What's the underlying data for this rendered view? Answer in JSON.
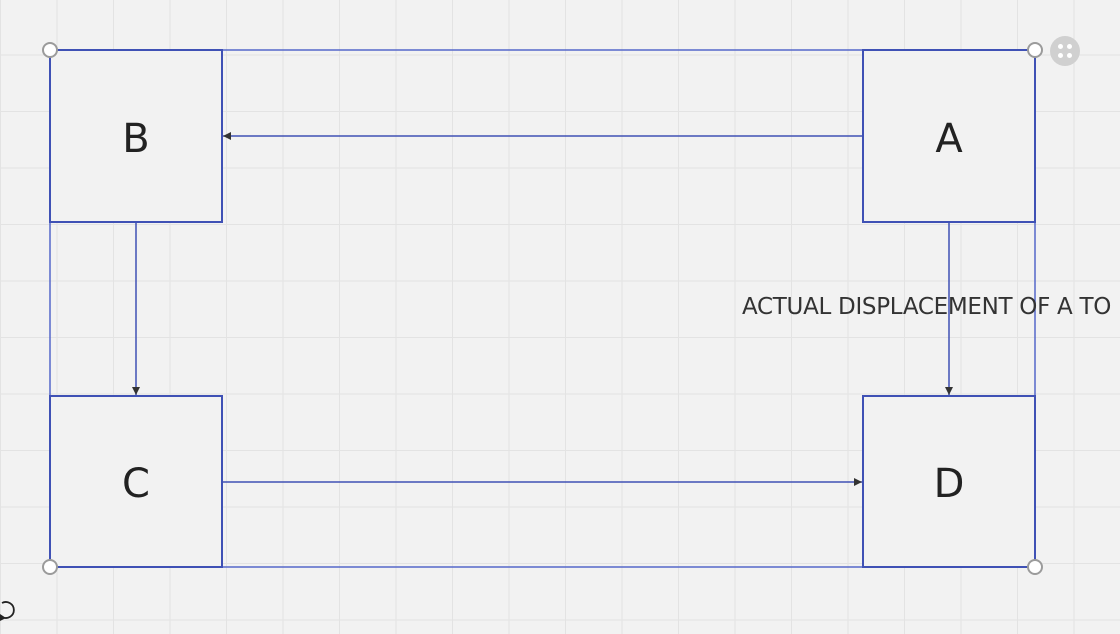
{
  "nodes": {
    "a": {
      "label": "A"
    },
    "b": {
      "label": "B"
    },
    "c": {
      "label": "C"
    },
    "d": {
      "label": "D"
    }
  },
  "edge_label": "ACTUAL DISPLACEMENT OF A TO",
  "colors": {
    "accent": "#3f51b5",
    "arrow": "#333333",
    "handle_stroke": "#9b9b9b",
    "more_button": "#d0d0d0"
  },
  "icons": {
    "more": "grid-dots-icon",
    "rotate": "rotate-icon"
  }
}
